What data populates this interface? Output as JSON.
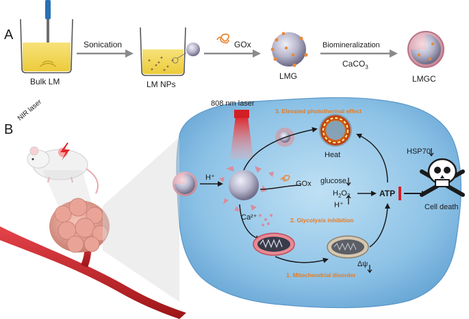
{
  "panel_a": {
    "label": "A",
    "beaker1_label": "Bulk LM",
    "arrow1_label": "Sonication",
    "beaker2_label": "LM NPs",
    "arrow2_label": "GOx",
    "particle1_label": "LMG",
    "arrow3_label": "Biomineralization",
    "arrow3_sub_prefix": "CaCO",
    "arrow3_sub_subscript": "3",
    "particle2_label": "LMGC"
  },
  "panel_b": {
    "label": "B",
    "nir_label": "NIR laser",
    "laser_label": "808 nm laser",
    "effect3": "3. Elevated photothermal effect",
    "heat_label": "Heat",
    "hsp_label": "HSP70",
    "hplus_in": "H⁺",
    "gox_label": "GOx",
    "glucose_label": "glucose",
    "h2o2_prefix": "H",
    "h2o2_mid": "O",
    "h2o2_sub1": "2",
    "h2o2_sub2": "2",
    "hplus2": "H⁺",
    "atp_label": "ATP",
    "death_label": "Cell death",
    "effect2": "2. Glycolysis inhibition",
    "ca_label": "Ca²⁺",
    "psi_label": "Δψ",
    "effect1": "1. Mitochondrial disorder"
  }
}
